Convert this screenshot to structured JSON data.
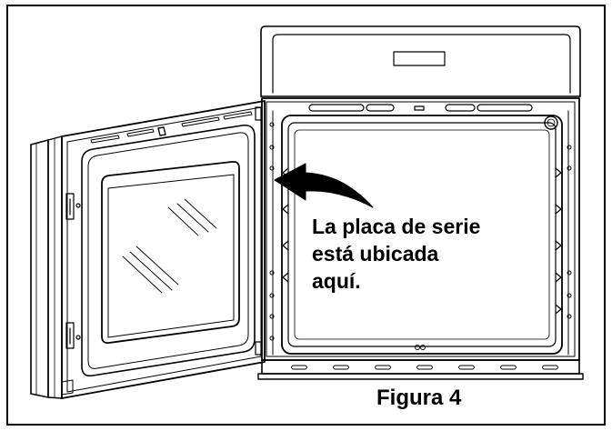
{
  "note": {
    "line1": "La placa de serie",
    "line2": "está ubicada",
    "line3": "aquí."
  },
  "figure_label": "Figura 4"
}
